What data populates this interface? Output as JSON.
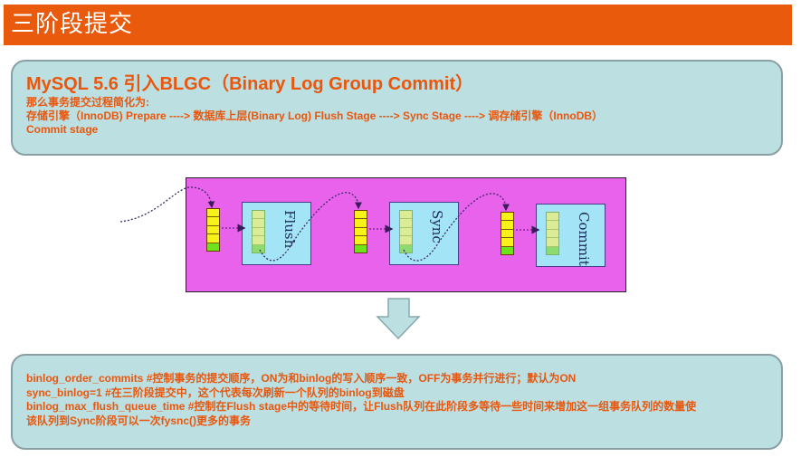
{
  "title": "三阶段提交",
  "intro": {
    "heading": "MySQL 5.6 引入BLGC（Binary Log Group Commit）",
    "line1": "那么事务提交过程简化为:",
    "line2": "存储引擎（InnoDB) Prepare ----> 数据库上层(Binary Log) Flush Stage ----> Sync Stage ----> 调存储引擎（InnoDB）",
    "line3": "Commit stage"
  },
  "diagram": {
    "stages": [
      {
        "label": "Flush"
      },
      {
        "label": "Sync"
      },
      {
        "label": "Commit"
      }
    ],
    "colors": {
      "background": "#e862ec",
      "stage_fill": "#a3e5f6",
      "queue_yellow": "#f7f31a",
      "queue_green": "#6fe21a"
    }
  },
  "params": {
    "line1": "binlog_order_commits  #控制事务的提交顺序，ON为和binlog的写入顺序一致，OFF为事务并行进行；默认为ON",
    "line2": "sync_binlog=1  #在三阶段提交中，这个代表每次刷新一个队列的binlog到磁盘",
    "line3": "binlog_max_flush_queue_time #控制在Flush stage中的等待时间，让Flush队列在此阶段多等待一些时间来增加这一组事务队列的数量使",
    "line4": "该队列到Sync阶段可以一次fysnc()更多的事务"
  },
  "colors": {
    "title_bar": "#e95a0c",
    "box_fill": "#bcdfe2",
    "text_accent": "#e8570d"
  }
}
